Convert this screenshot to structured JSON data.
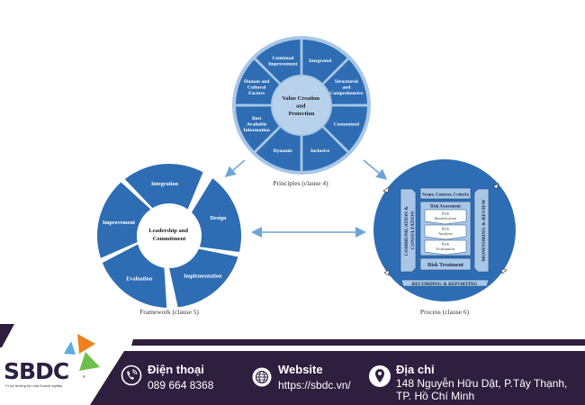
{
  "colors": {
    "diagram_blue": "#2e6db3",
    "light_blue": "#a9c6e6",
    "arrow_blue": "#6fa3d8",
    "footer_dark": "#2e1f3e",
    "logo_orange": "#f07f1e",
    "logo_blue": "#5aaee0",
    "logo_green": "#6cc04a"
  },
  "principles": {
    "caption": "Principles (clause 4)",
    "center": [
      "Value Creation",
      "and",
      "Protection"
    ],
    "segments": [
      {
        "lines": [
          "Continual",
          "Improvement"
        ]
      },
      {
        "lines": [
          "Integrated"
        ]
      },
      {
        "lines": [
          "Structured",
          "and",
          "Comprehensive"
        ]
      },
      {
        "lines": [
          "Customized"
        ]
      },
      {
        "lines": [
          "Inclusive"
        ]
      },
      {
        "lines": [
          "Dynamic"
        ]
      },
      {
        "lines": [
          "Best",
          "Available",
          "Information"
        ]
      },
      {
        "lines": [
          "Human and",
          "Cultural",
          "Factors"
        ]
      }
    ]
  },
  "framework": {
    "caption": "Framework (clause 5)",
    "center": [
      "Leadership and",
      "Commitment"
    ],
    "segments": [
      "Integration",
      "Design",
      "Implementation",
      "Evaluation",
      "Improvement"
    ]
  },
  "process": {
    "caption": "Process (clause 6)",
    "communication": "COMMUNICATION & CONSULTATION",
    "monitoring": "MONITORING & REVIEW",
    "scope": "Scope, Context, Criteria",
    "assessment_title": "Risk Assessment",
    "assessment_steps": [
      [
        "Risk",
        "Identification"
      ],
      [
        "Risk",
        "Analysis"
      ],
      [
        "Risk",
        "Evaluation"
      ]
    ],
    "treatment": "Risk Treatment",
    "recording": "RECORDING & REPORTING"
  },
  "footer": {
    "logo_text": "SBDC",
    "logo_tagline": "Vì sự trưởng tồn của Doanh nghiệp",
    "phone": {
      "title": "Điện thoại",
      "value": "089 664 8368",
      "icon": "phone-icon"
    },
    "website": {
      "title": "Website",
      "value": "https://sbdc.vn/",
      "icon": "globe-icon"
    },
    "address": {
      "title": "Địa chỉ",
      "line1": "148 Nguyễn Hữu Dật, P.Tây Thạnh,",
      "line2": "TP. Hồ Chí Minh",
      "icon": "location-pin-icon"
    }
  }
}
